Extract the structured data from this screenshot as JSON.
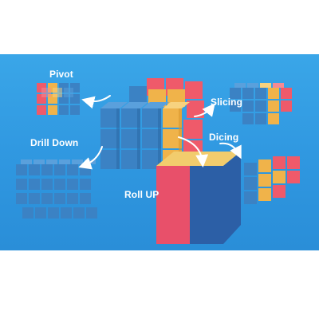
{
  "labels": {
    "pivot": "Pivot",
    "slicing": "Slicing",
    "drill_down": "Drill Down",
    "dicing": "Dicing",
    "roll_up": "Roll UP"
  },
  "colors": {
    "background": "#2f97e0",
    "cube_blue": "#3b82c4",
    "cube_blue_dark": "#2c6aa8",
    "cube_blue_light": "#5aa0dc",
    "cube_red": "#ef5a6a",
    "cube_red_dark": "#d6455a",
    "cube_red_light": "#f58a94",
    "cube_yellow": "#f0b34a",
    "cube_yellow_dark": "#d9962e",
    "cube_yellow_light": "#f7d27f",
    "big_cube_front": "#2c5fa6",
    "big_cube_side": "#e8506a",
    "big_cube_top": "#f2cc6d",
    "arrow": "#ffffff"
  }
}
